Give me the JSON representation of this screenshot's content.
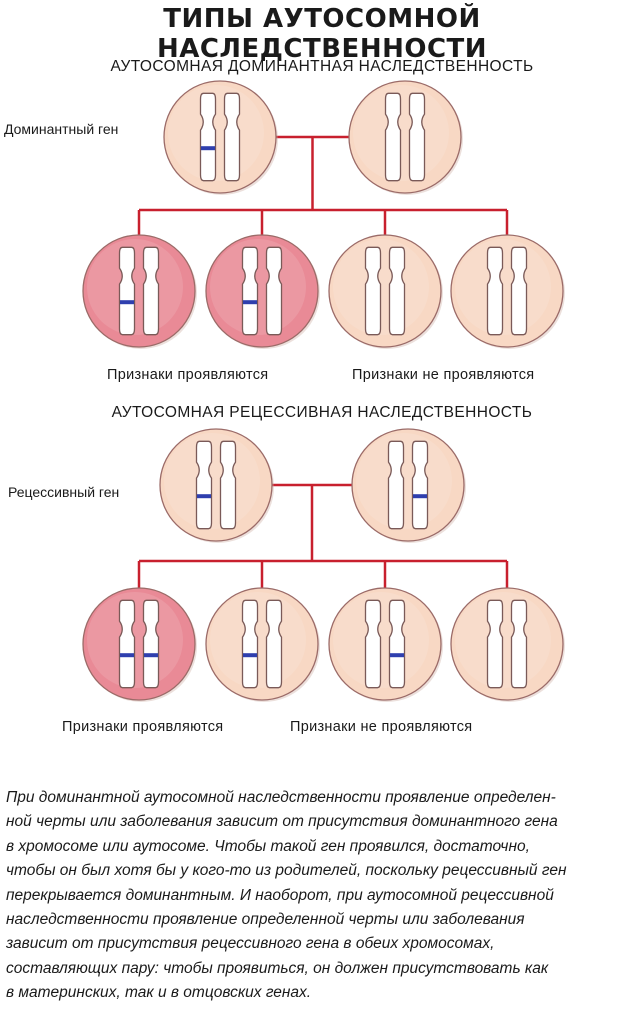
{
  "title": "ТИПЫ АУТОСОМНОЙ НАСЛЕДСТВЕННОСТИ",
  "dominant": {
    "heading": "АУТОСОМНАЯ ДОМИНАНТНАЯ НАСЛЕДСТВЕННОСТЬ",
    "gene_label": "Доминантный ген",
    "caption_shown": "Признаки проявляются",
    "caption_not_shown": "Признаки не проявляются"
  },
  "recessive": {
    "heading": "АУТОСОМНАЯ РЕЦЕССИВНАЯ НАСЛЕДСТВЕННОСТЬ",
    "gene_label": "Рецессивный ген",
    "caption_shown": "Признаки проявляются",
    "caption_not_shown": "Признаки не проявляются"
  },
  "description_lines": [
    "При доминантной аутосомной наследственности проявление определен-",
    "ной черты или заболевания зависит от присутствия доминантного гена",
    "в хромосоме или аутосоме. Чтобы такой ген проявился, достаточно,",
    "чтобы он был хотя бы у кого-то из родителей, поскольку рецессивный ген",
    "перекрывается доминантным. И наоборот, при аутосомной рецессивной",
    "наследственности проявление определенной черты или заболевания",
    "зависит от присутствия рецессивного гена в обеих хромосомах,",
    "составляющих пару: чтобы проявиться, он должен присутствовать как",
    "в материнских, так и в отцовских генах."
  ],
  "colors": {
    "affected_cell": "#e98a96",
    "normal_cell": "#f8d8c4",
    "gene_marker": "#2f3fae",
    "connector": "#c8202e"
  },
  "cells": {
    "dominant_parents": [
      {
        "affected": false,
        "markers": [
          "left"
        ]
      },
      {
        "affected": false,
        "markers": []
      }
    ],
    "dominant_children": [
      {
        "affected": true,
        "markers": [
          "left"
        ]
      },
      {
        "affected": true,
        "markers": [
          "left"
        ]
      },
      {
        "affected": false,
        "markers": []
      },
      {
        "affected": false,
        "markers": []
      }
    ],
    "recessive_parents": [
      {
        "affected": false,
        "markers": [
          "left"
        ]
      },
      {
        "affected": false,
        "markers": [
          "right"
        ]
      }
    ],
    "recessive_children": [
      {
        "affected": true,
        "markers": [
          "left",
          "right"
        ]
      },
      {
        "affected": false,
        "markers": [
          "left"
        ]
      },
      {
        "affected": false,
        "markers": [
          "right"
        ]
      },
      {
        "affected": false,
        "markers": []
      }
    ]
  }
}
